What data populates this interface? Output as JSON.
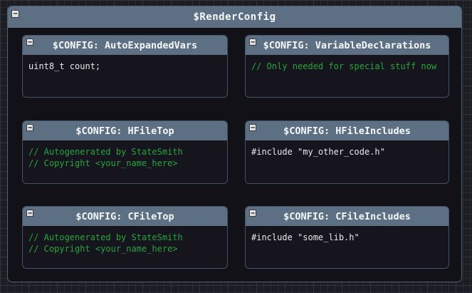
{
  "colors": {
    "canvas_bg": "#1c1c23",
    "grid_minor": "#2a2a32",
    "grid_major": "#34343e",
    "container_fill": "#131118",
    "container_border": "#4d6275",
    "header_fill": "#5d7083",
    "header_text": "#f5f7f9",
    "box_fill": "#16141c",
    "box_border": "#435264",
    "code_text": "#e9e9ec",
    "comment_green": "#27a53d",
    "btn_fill": "#d8d8d8",
    "btn_border": "#3c3c44"
  },
  "icons": {
    "collapse_name": "minus",
    "collapse_glyph": "−"
  },
  "group": {
    "title": "$RenderConfig"
  },
  "boxes": [
    {
      "title": "$CONFIG: AutoExpandedVars",
      "lines": [
        {
          "text": "uint8_t count;",
          "type": "code"
        }
      ]
    },
    {
      "title": "$CONFIG: VariableDeclarations",
      "lines": [
        {
          "text": "// Only needed for special stuff now",
          "type": "comment"
        }
      ]
    },
    {
      "title": "$CONFIG: HFileTop",
      "lines": [
        {
          "text": "// Autogenerated by StateSmith",
          "type": "comment"
        },
        {
          "text": "// Copyright <your_name_here>",
          "type": "comment"
        }
      ]
    },
    {
      "title": "$CONFIG: HFileIncludes",
      "lines": [
        {
          "text": "#include \"my_other_code.h\"",
          "type": "code"
        }
      ]
    },
    {
      "title": "$CONFIG: CFileTop",
      "lines": [
        {
          "text": "// Autogenerated by StateSmith",
          "type": "comment"
        },
        {
          "text": "// Copyright <your_name_here>",
          "type": "comment"
        }
      ]
    },
    {
      "title": "$CONFIG: CFileIncludes",
      "lines": [
        {
          "text": "#include \"some_lib.h\"",
          "type": "code"
        }
      ]
    }
  ]
}
